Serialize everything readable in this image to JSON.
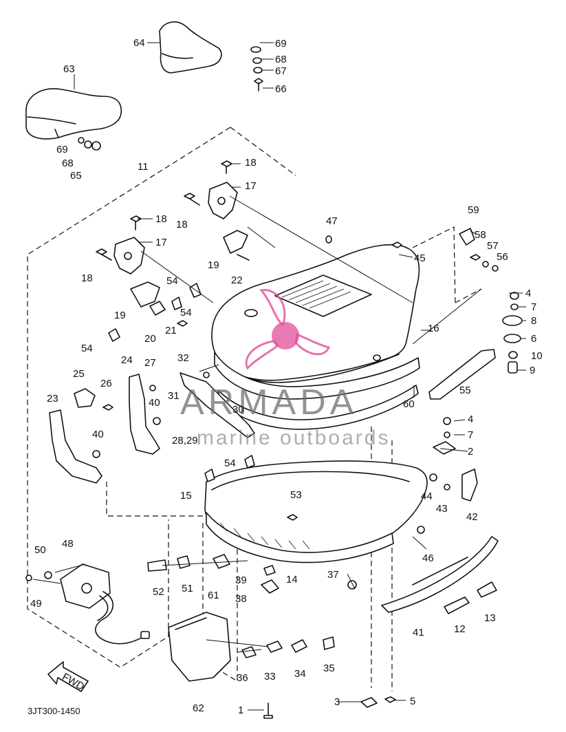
{
  "diagram": {
    "drawing_code": "3JT300-1450",
    "direction_arrow_text": "FWD",
    "part_numbers": [
      "1",
      "2",
      "3",
      "4",
      "5",
      "6",
      "7",
      "8",
      "9",
      "10",
      "11",
      "12",
      "13",
      "14",
      "15",
      "16",
      "17",
      "18",
      "19",
      "20",
      "21",
      "22",
      "23",
      "24",
      "25",
      "26",
      "27",
      "28",
      "29",
      "30",
      "31",
      "32",
      "33",
      "34",
      "35",
      "36",
      "37",
      "38",
      "39",
      "40",
      "41",
      "42",
      "43",
      "44",
      "45",
      "46",
      "47",
      "48",
      "49",
      "50",
      "51",
      "52",
      "53",
      "54",
      "55",
      "56",
      "57",
      "58",
      "59",
      "60",
      "61",
      "62",
      "63",
      "64",
      "65",
      "66",
      "67",
      "68",
      "69"
    ]
  },
  "watermark": {
    "brand": "ARMADA",
    "tagline": "marine outboards",
    "accent_color": "#e14d9a"
  }
}
